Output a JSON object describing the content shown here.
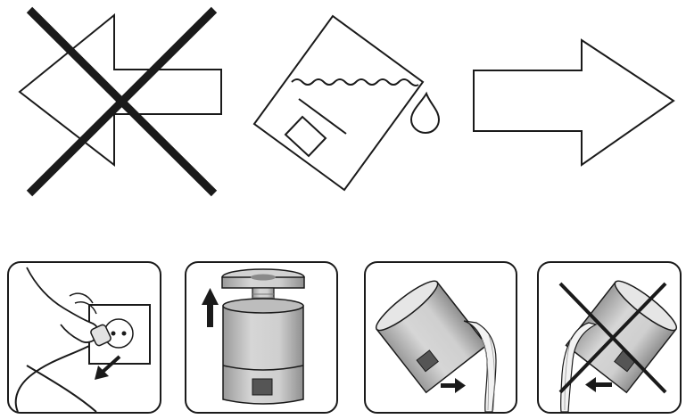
{
  "illustration": {
    "top_row": [
      {
        "id": "left-arrow",
        "icon": "arrow-left-icon",
        "crossed_out": true
      },
      {
        "id": "tilted-tank",
        "icon": "tank-pour-icon",
        "crossed_out": false
      },
      {
        "id": "right-arrow",
        "icon": "arrow-right-icon",
        "crossed_out": false
      }
    ],
    "steps": [
      {
        "icon": "unplug-icon",
        "crossed_out": false
      },
      {
        "icon": "lift-top-icon",
        "crossed_out": false
      },
      {
        "icon": "pour-right-icon",
        "crossed_out": false
      },
      {
        "icon": "pour-left-icon",
        "crossed_out": true
      }
    ],
    "colors": {
      "line": "#1a1a1a",
      "device_body": "#c9c9c9",
      "device_dark": "#8a8a8a",
      "panel": "#555555",
      "water": "#f4f4f4"
    }
  }
}
